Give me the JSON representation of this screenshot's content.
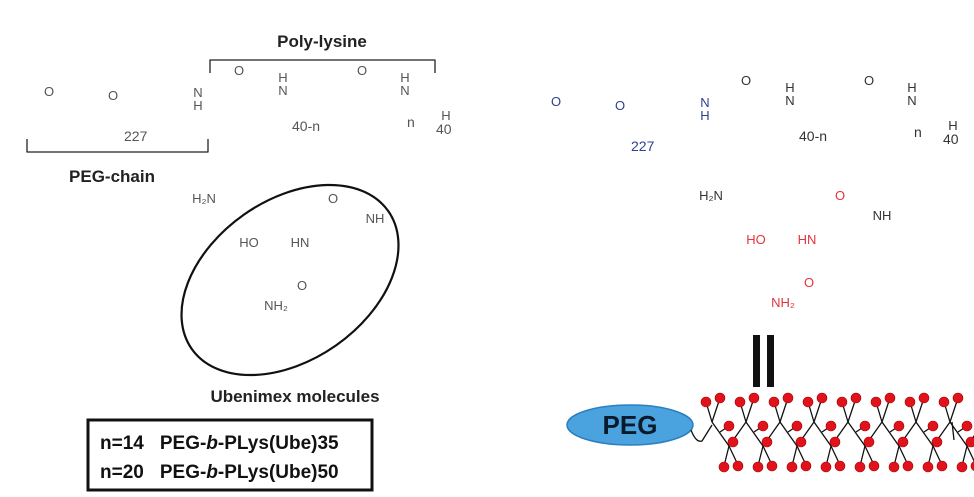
{
  "labels": {
    "poly_lysine": "Poly-lysine",
    "peg_chain": "PEG-chain",
    "ubenimex": "Ubenimex molecules",
    "peg_blob": "PEG"
  },
  "atoms": {
    "O": "O",
    "N": "N",
    "H": "H",
    "NH": "NH",
    "HN": "HN",
    "HO": "HO",
    "H2N": "H₂N",
    "NH2": "NH₂",
    "peg_repeat": "227",
    "unit1_repeat": "40-n",
    "unit2_repeat": "n",
    "total_repeat": "40"
  },
  "table": {
    "rows": [
      {
        "n": "n=14",
        "prefix": "PEG-",
        "italic": "b",
        "suffix": "-PLys(Ube)35"
      },
      {
        "n": "n=20",
        "prefix": "PEG-",
        "italic": "b",
        "suffix": "-PLys(Ube)50"
      }
    ]
  },
  "colors": {
    "peg": "#2f3f95",
    "ubenimex": "#e3343d",
    "peg_blob": "#4aa3df",
    "dots": "#e0121c"
  }
}
